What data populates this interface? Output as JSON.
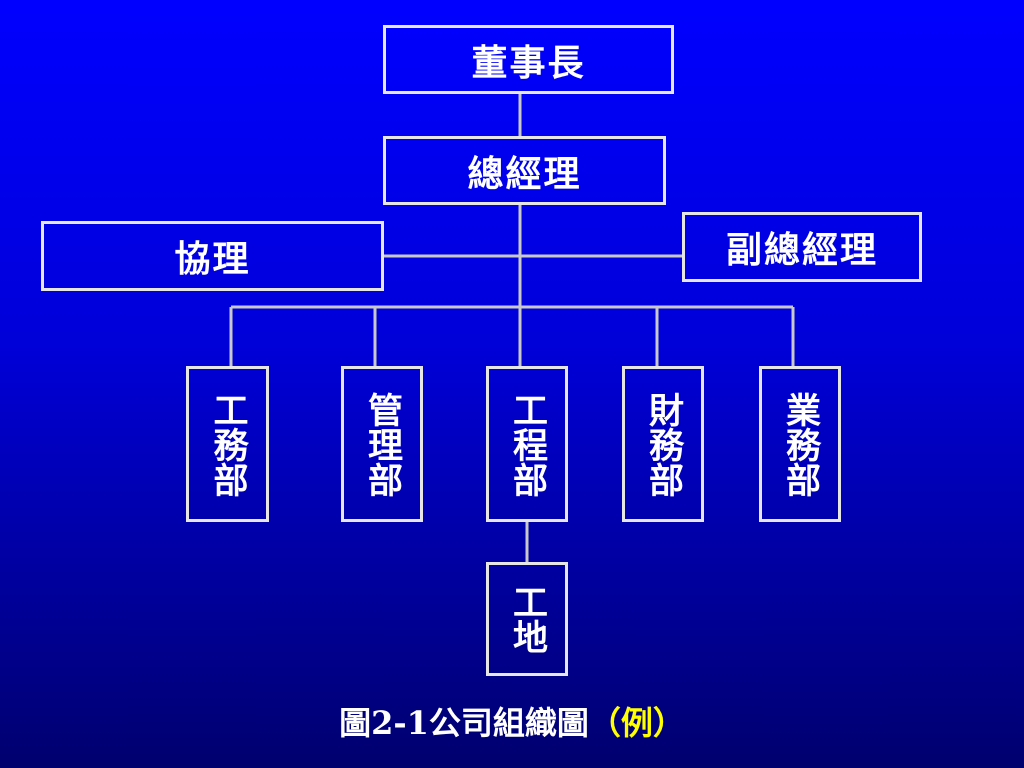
{
  "nodes": {
    "chairman": "董事長",
    "general_manager": "總經理",
    "assistant_manager": "協理",
    "deputy_general_manager": "副總經理",
    "engineering_affairs_dept": "工務部",
    "management_dept": "管理部",
    "engineering_dept": "工程部",
    "finance_dept": "財務部",
    "business_dept": "業務部",
    "construction_site": "工地"
  },
  "caption": {
    "title": "圖2-1公司組織圖",
    "example": "（例）"
  },
  "colors": {
    "background": "#0000ff",
    "box_border": "#e6e6e6",
    "connector": "#c8c8c8",
    "text": "#ffffff",
    "caption_highlight": "#ffff00"
  }
}
